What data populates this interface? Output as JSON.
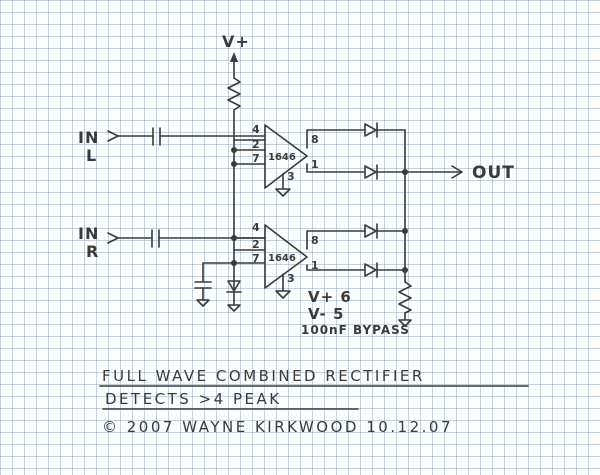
{
  "rails": {
    "vplus_label": "V+"
  },
  "inputs": {
    "left_in": "IN",
    "left_ch": "L",
    "right_in": "IN",
    "right_ch": "R"
  },
  "ic_top": {
    "part": "1646",
    "pin4": "4",
    "pin2": "2",
    "pin7": "7",
    "pin3": "3",
    "pin8": "8",
    "pin1": "1"
  },
  "ic_bottom": {
    "part": "1646",
    "pin4": "4",
    "pin2": "2",
    "pin7": "7",
    "pin3": "3",
    "pin8": "8",
    "pin1": "1"
  },
  "output": {
    "label": "OUT"
  },
  "notes": {
    "line1": "V+ 6",
    "line2": "V- 5",
    "line3": "100nF BYPASS"
  },
  "caption": {
    "title": "FULL WAVE COMBINED RECTIFIER",
    "subtitle": "DETECTS >4 PEAK",
    "credit": "© 2007 WAYNE KIRKWOOD 10.12.07"
  },
  "colors": {
    "ink": "#3a3a3a",
    "grid": "#6ea0cd",
    "paper": "#fbfdfe"
  }
}
